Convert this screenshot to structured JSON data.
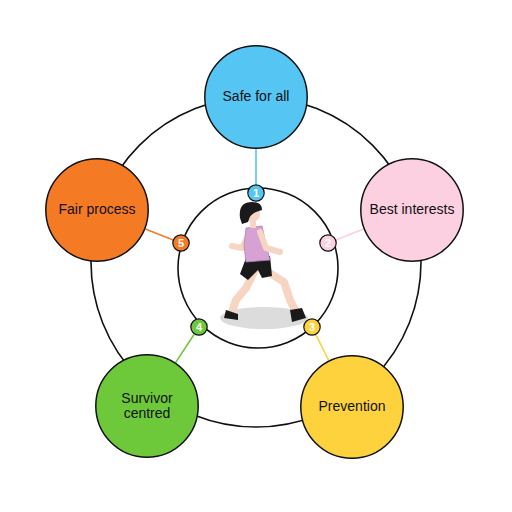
{
  "diagram": {
    "nodes": [
      {
        "text": [
          "Safe for all"
        ]
      },
      {
        "text": [
          "1"
        ]
      },
      {
        "text": [
          "Best interests"
        ]
      },
      {
        "text": [
          "2"
        ]
      },
      {
        "text": [
          "Prevention"
        ]
      },
      {
        "text": [
          "3"
        ]
      },
      {
        "text": [
          "Survivor centred"
        ]
      },
      {
        "text": [
          "4"
        ]
      },
      {
        "text": [
          "Fair process"
        ]
      },
      {
        "text": [
          "5"
        ]
      }
    ],
    "edges": [
      {
        "from": 1,
        "to": 0,
        "arrow": "none"
      },
      {
        "from": 3,
        "to": 2,
        "arrow": "none"
      },
      {
        "from": 5,
        "to": 4,
        "arrow": "none"
      },
      {
        "from": 7,
        "to": 6,
        "arrow": "none"
      },
      {
        "from": 9,
        "to": 8,
        "arrow": "none"
      }
    ]
  }
}
